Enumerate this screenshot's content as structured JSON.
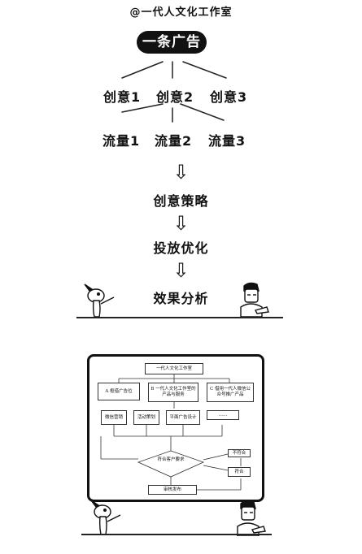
{
  "watermark": "@一代人文化工作室",
  "root": "一条广告",
  "creatives": [
    "创意1",
    "创意2",
    "创意3"
  ],
  "traffic": [
    "流量1",
    "流量2",
    "流量3"
  ],
  "steps": [
    "创意策略",
    "投放优化",
    "效果分析"
  ],
  "arrow_glyph": "⇩",
  "flowchart": {
    "top": "一代人文化工作室",
    "branch_a": "A 枢借广告位",
    "branch_b": "B 一代人文化工作室的产品与服务",
    "branch_c": "C 借用一代人微信公众号推广产品",
    "sub1": "微信营销",
    "sub2": "活动策划",
    "sub3": "平面广告设计",
    "sub4": "……",
    "decision": "符合客户要求",
    "no": "不符合",
    "yes": "符合",
    "publish": "审核发布"
  }
}
